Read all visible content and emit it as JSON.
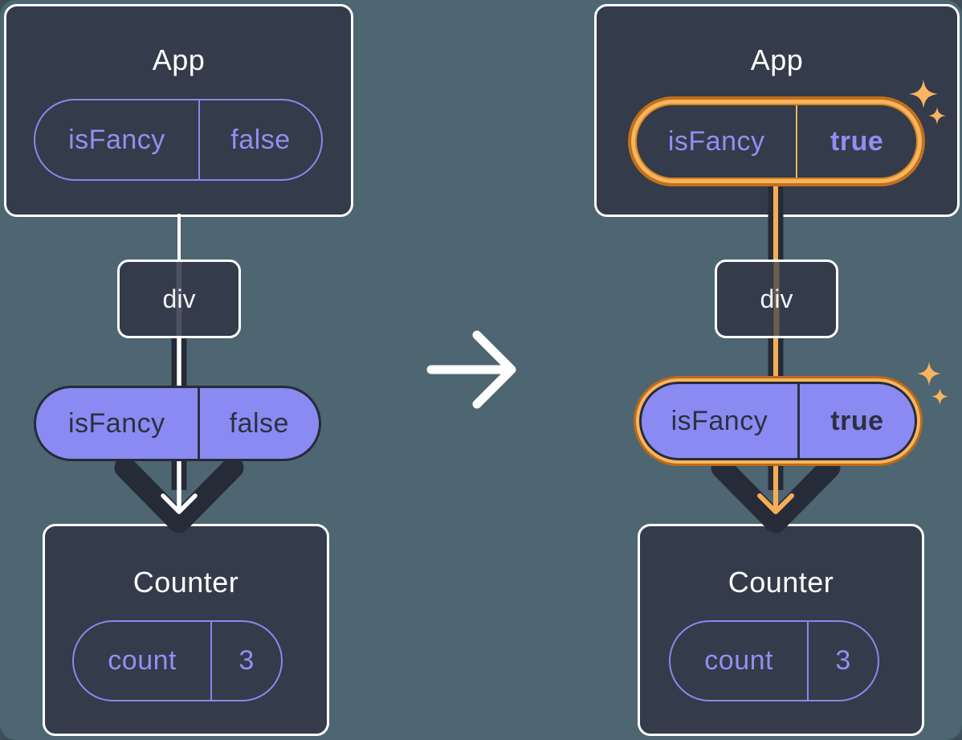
{
  "diagram": {
    "description": "React state change illustration: App passes isFancy prop down through div to Counter",
    "before": {
      "app": {
        "title": "App",
        "state_name": "isFancy",
        "state_value": "false"
      },
      "div_label": "div",
      "prop": {
        "name": "isFancy",
        "value": "false"
      },
      "counter": {
        "title": "Counter",
        "state_name": "count",
        "state_value": "3"
      }
    },
    "after": {
      "app": {
        "title": "App",
        "state_name": "isFancy",
        "state_value": "true"
      },
      "div_label": "div",
      "prop": {
        "name": "isFancy",
        "value": "true"
      },
      "counter": {
        "title": "Counter",
        "state_name": "count",
        "state_value": "3"
      }
    },
    "icons": {
      "transition_arrow": "right-arrow-icon",
      "sparkle": "sparkle-icon",
      "flow_arrow": "down-arrow"
    },
    "colors": {
      "background": "#4d6671",
      "card_background": "#343b4a",
      "card_border": "#ffffff",
      "purple": "#8b8af2",
      "dark": "#262b38",
      "orange_light": "#f8b45f",
      "orange_arrow": "#f6ad55",
      "orange_dark": "#c0701d",
      "white": "#ffffff"
    }
  }
}
